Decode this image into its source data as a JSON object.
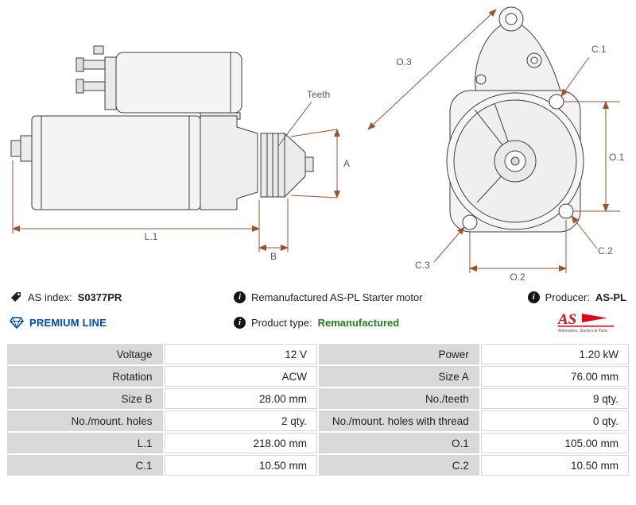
{
  "diagram": {
    "side_view_labels": {
      "teeth": "Teeth",
      "a": "A",
      "b": "B",
      "l1": "L.1"
    },
    "front_view_labels": {
      "o1": "O.1",
      "o2": "O.2",
      "o3": "O.3",
      "c1": "C.1",
      "c2": "C.2",
      "c3": "C.3"
    }
  },
  "info": {
    "as_index_label": "AS index:",
    "as_index_value": "S0377PR",
    "description": "Remanufactured AS-PL Starter motor",
    "producer_label": "Producer:",
    "producer_value": "AS-PL",
    "premium_line_label": "PREMIUM LINE",
    "product_type_label": "Product type:",
    "product_type_value": "Remanufactured",
    "logo": {
      "brand": "AS",
      "tagline": "Alternators, Starters & Parts"
    }
  },
  "colors": {
    "premium_blue": "#0046be",
    "type_green": "#1e7d1e",
    "brand_red": "#e30613",
    "dimension_line": "#a0522d",
    "label_text": "#595959",
    "table_label_bg": "#d9d9d9"
  },
  "spec_table": {
    "rows": [
      [
        {
          "label": "Voltage",
          "value": "12 V"
        },
        {
          "label": "Power",
          "value": "1.20 kW"
        }
      ],
      [
        {
          "label": "Rotation",
          "value": "ACW"
        },
        {
          "label": "Size A",
          "value": "76.00 mm"
        }
      ],
      [
        {
          "label": "Size B",
          "value": "28.00 mm"
        },
        {
          "label": "No./teeth",
          "value": "9 qty."
        }
      ],
      [
        {
          "label": "No./mount. holes",
          "value": "2 qty."
        },
        {
          "label": "No./mount. holes with thread",
          "value": "0 qty."
        }
      ],
      [
        {
          "label": "L.1",
          "value": "218.00 mm"
        },
        {
          "label": "O.1",
          "value": "105.00 mm"
        }
      ],
      [
        {
          "label": "C.1",
          "value": "10.50 mm"
        },
        {
          "label": "C.2",
          "value": "10.50 mm"
        }
      ]
    ]
  }
}
